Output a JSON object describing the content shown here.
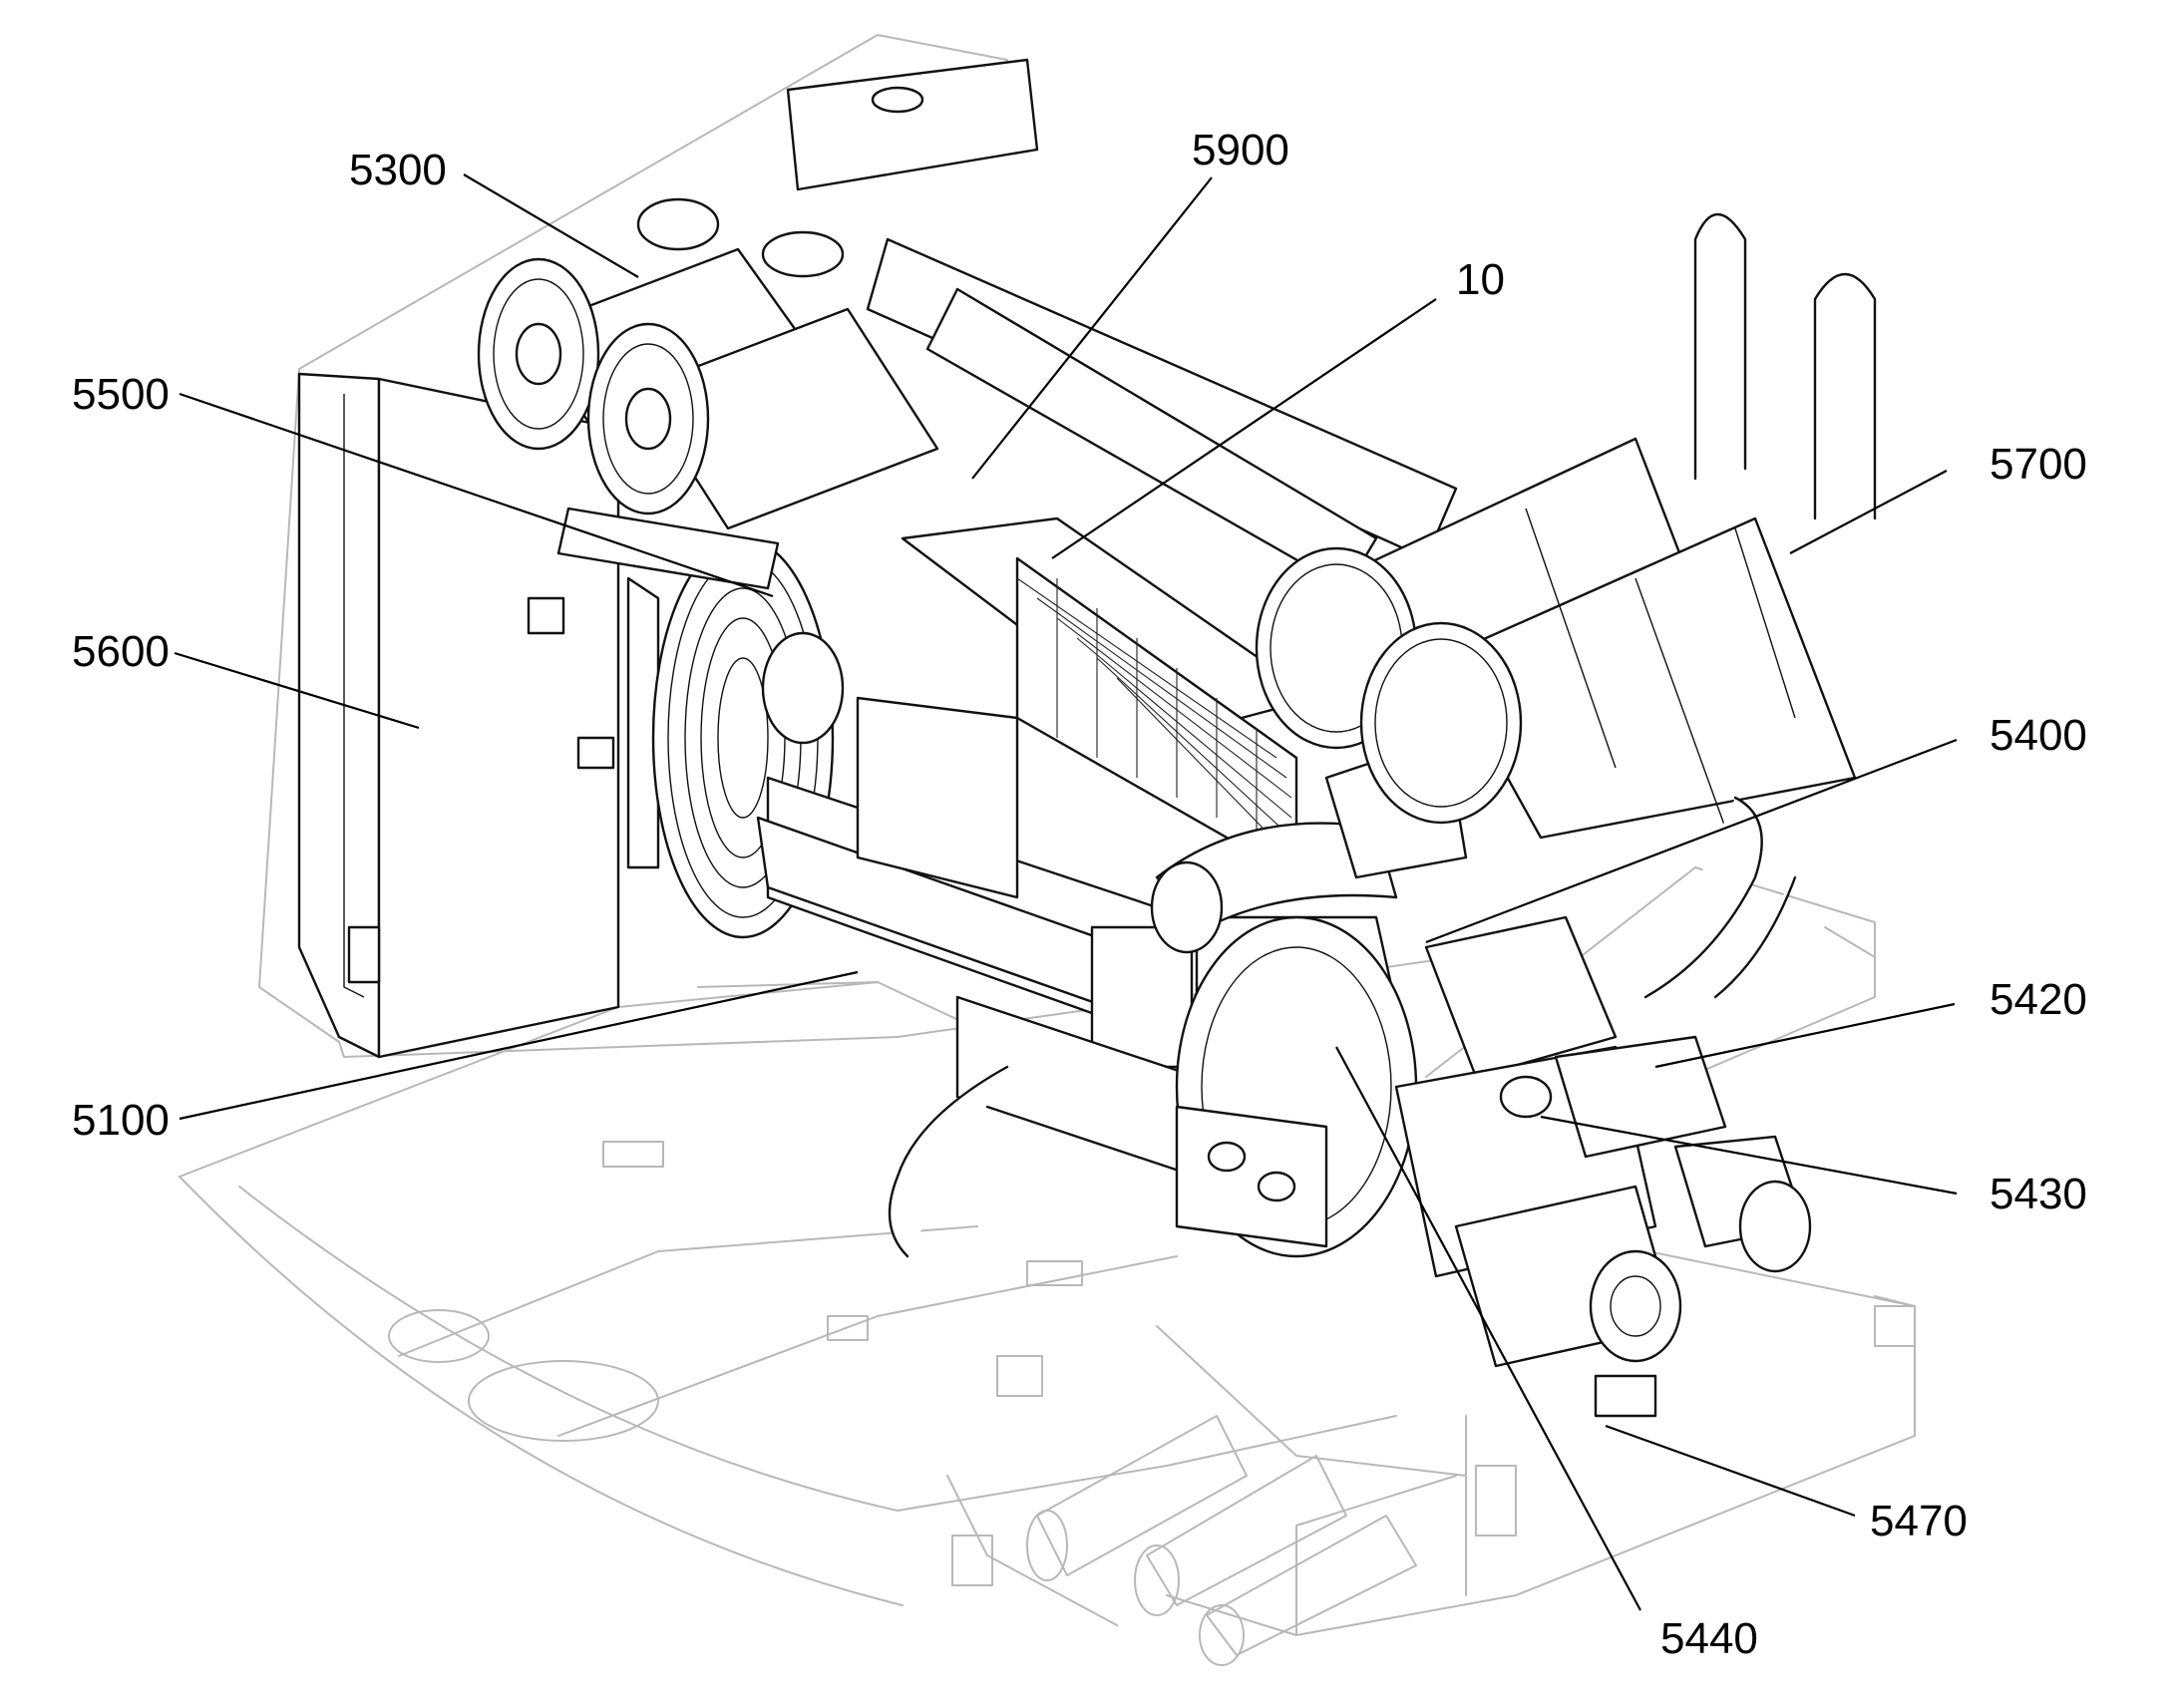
{
  "callouts": [
    {
      "id": "c5300",
      "text": "5300"
    },
    {
      "id": "c5900",
      "text": "5900"
    },
    {
      "id": "c10",
      "text": "10"
    },
    {
      "id": "c5500",
      "text": "5500"
    },
    {
      "id": "c5700",
      "text": "5700"
    },
    {
      "id": "c5600",
      "text": "5600"
    },
    {
      "id": "c5400",
      "text": "5400"
    },
    {
      "id": "c5420",
      "text": "5420"
    },
    {
      "id": "c5100",
      "text": "5100"
    },
    {
      "id": "c5430",
      "text": "5430"
    },
    {
      "id": "c5470",
      "text": "5470"
    },
    {
      "id": "c5440",
      "text": "5440"
    }
  ]
}
